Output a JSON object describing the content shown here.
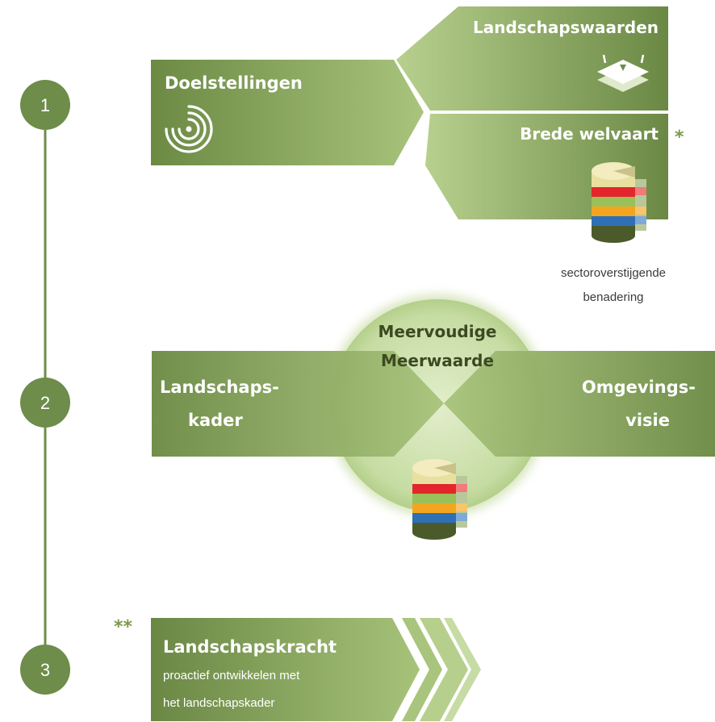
{
  "steps": [
    {
      "number": "1"
    },
    {
      "number": "2"
    },
    {
      "number": "3"
    }
  ],
  "step1": {
    "main": "Doelstellingen",
    "top_right": "Landschapswaarden",
    "bottom_right": "Brede welvaart",
    "asterisk": "*",
    "note_line1": "sectoroverstijgende",
    "note_line2": "benadering"
  },
  "step2": {
    "center_line1": "Meervoudige",
    "center_line2": "Meerwaarde",
    "left_line1": "Landschaps-",
    "left_line2": "kader",
    "right_line1": "Omgevings-",
    "right_line2": "visie"
  },
  "step3": {
    "asterisks": "**",
    "title": "Landschapskracht",
    "sub_line1": "proactief ontwikkelen met",
    "sub_line2": "het landschapskader"
  },
  "icons": {
    "concentric": "concentric-circles-icon",
    "layers": "layers-stack-icon",
    "cake": "layered-cylinder-icon"
  },
  "colors": {
    "green_dark": "#6f8c47",
    "green_light": "#b7d08a",
    "circle": "#6e8c4a",
    "cake_layers": [
      "#e8e0a0",
      "#e3262b",
      "#9ac05a",
      "#f3a51f",
      "#2f6fb5",
      "#4a5a2a"
    ]
  }
}
